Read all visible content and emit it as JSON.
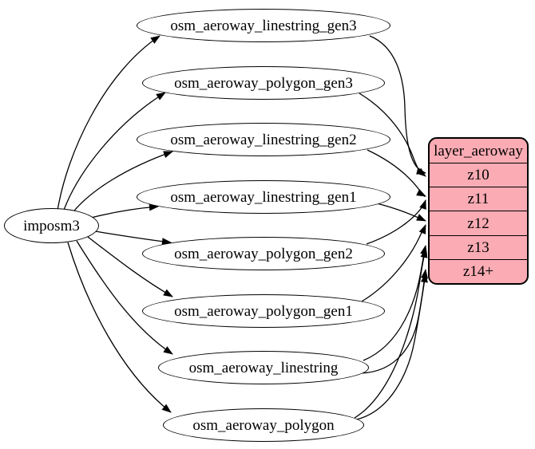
{
  "diagram": {
    "source": {
      "label": "imposm3"
    },
    "tables": [
      {
        "label": "osm_aeroway_linestring_gen3"
      },
      {
        "label": "osm_aeroway_polygon_gen3"
      },
      {
        "label": "osm_aeroway_linestring_gen2"
      },
      {
        "label": "osm_aeroway_linestring_gen1"
      },
      {
        "label": "osm_aeroway_polygon_gen2"
      },
      {
        "label": "osm_aeroway_polygon_gen1"
      },
      {
        "label": "osm_aeroway_linestring"
      },
      {
        "label": "osm_aeroway_polygon"
      }
    ],
    "layer": {
      "title": "layer_aeroway",
      "rows": [
        "z10",
        "z11",
        "z12",
        "z13",
        "z14+"
      ]
    },
    "edges": [
      {
        "from": "imposm3",
        "to": "osm_aeroway_linestring_gen3"
      },
      {
        "from": "imposm3",
        "to": "osm_aeroway_polygon_gen3"
      },
      {
        "from": "imposm3",
        "to": "osm_aeroway_linestring_gen2"
      },
      {
        "from": "imposm3",
        "to": "osm_aeroway_linestring_gen1"
      },
      {
        "from": "imposm3",
        "to": "osm_aeroway_polygon_gen2"
      },
      {
        "from": "imposm3",
        "to": "osm_aeroway_polygon_gen1"
      },
      {
        "from": "imposm3",
        "to": "osm_aeroway_linestring"
      },
      {
        "from": "imposm3",
        "to": "osm_aeroway_polygon"
      },
      {
        "from": "osm_aeroway_linestring_gen3",
        "to": "layer_aeroway:z10"
      },
      {
        "from": "osm_aeroway_polygon_gen3",
        "to": "layer_aeroway:z10"
      },
      {
        "from": "osm_aeroway_linestring_gen2",
        "to": "layer_aeroway:z11"
      },
      {
        "from": "osm_aeroway_polygon_gen2",
        "to": "layer_aeroway:z11"
      },
      {
        "from": "osm_aeroway_linestring_gen1",
        "to": "layer_aeroway:z12"
      },
      {
        "from": "osm_aeroway_polygon_gen1",
        "to": "layer_aeroway:z12"
      },
      {
        "from": "osm_aeroway_linestring",
        "to": "layer_aeroway:z13"
      },
      {
        "from": "osm_aeroway_polygon",
        "to": "layer_aeroway:z13"
      },
      {
        "from": "osm_aeroway_linestring",
        "to": "layer_aeroway:z14+"
      },
      {
        "from": "osm_aeroway_polygon",
        "to": "layer_aeroway:z14+"
      }
    ]
  },
  "colors": {
    "layer-fill": "#faabb3",
    "node-fill": "#ffffff",
    "edge": "#000000",
    "text": "#000000",
    "background": "#ffffff"
  }
}
